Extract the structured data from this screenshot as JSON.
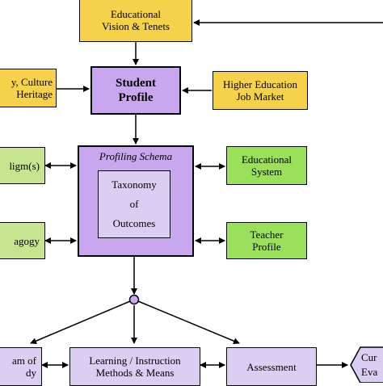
{
  "boxes": {
    "vision": {
      "lines": [
        "Educational",
        "Vision & Tenets"
      ]
    },
    "culture": {
      "lines": [
        "y, Culture",
        "Heritage"
      ]
    },
    "student": {
      "lines": [
        "Student",
        "Profile"
      ]
    },
    "jobmarket": {
      "lines": [
        "Higher Education",
        "Job Market"
      ]
    },
    "paradigm": {
      "lines": [
        "ligm(s)"
      ]
    },
    "schema_title": "Profiling Schema",
    "taxonomy": {
      "lines": [
        "Taxonomy",
        "of",
        "Outcomes"
      ]
    },
    "edsystem": {
      "lines": [
        "Educational",
        "System"
      ]
    },
    "pedagogy": {
      "lines": [
        "agogy"
      ]
    },
    "teacher": {
      "lines": [
        "Teacher",
        "Profile"
      ]
    },
    "program": {
      "lines": [
        "am of",
        "dy"
      ]
    },
    "learning": {
      "lines": [
        "Learning / Instruction",
        "Methods & Means"
      ]
    },
    "assessment": {
      "lines": [
        "Assessment"
      ]
    },
    "curriculum": {
      "lines": [
        "Cur",
        "Eva"
      ]
    }
  },
  "colors": {
    "yellow": "#f6d24a",
    "green": "#9ae05a",
    "olive": "#c7e58f",
    "purple": "#c9a7ef",
    "lilac": "#dccdf3"
  }
}
